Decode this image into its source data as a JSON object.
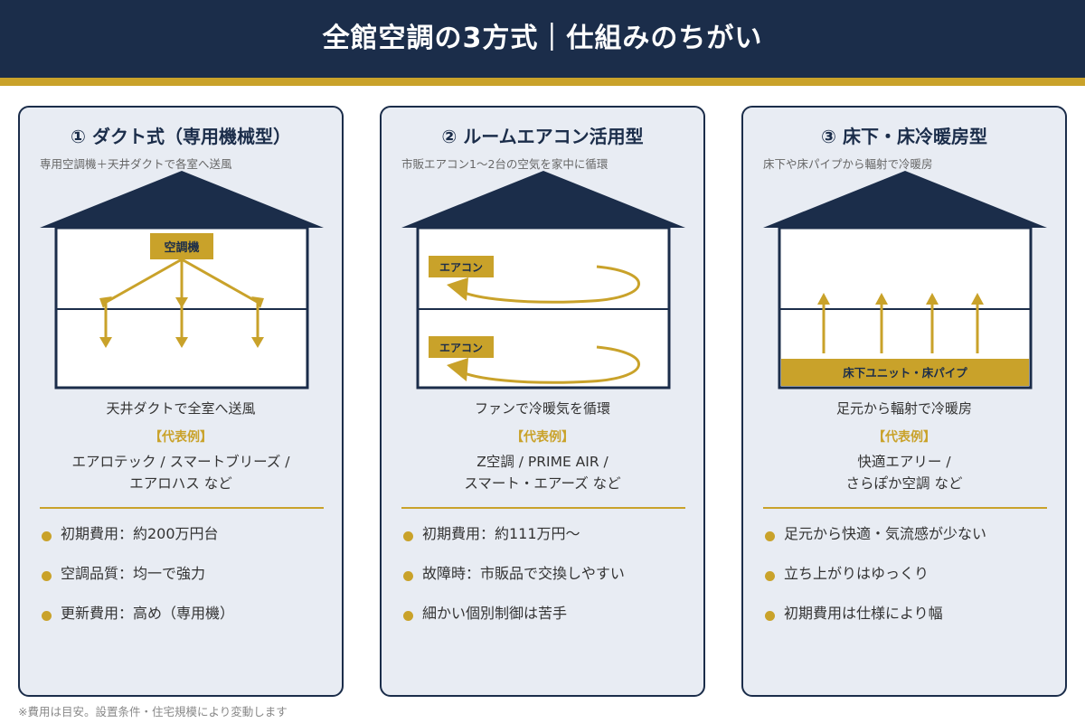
{
  "header": {
    "title": "全館空調の3方式｜仕組みのちがい"
  },
  "cards": [
    {
      "title": "① ダクト式（専用機械型）",
      "subtitle": "専用空調機＋天井ダクトで各室へ送風",
      "diagram_label": "空調機",
      "caption": "天井ダクトで全室へ送風",
      "rep_heading": "【代表例】",
      "rep_line1": "エアロテック / スマートブリーズ /",
      "rep_line2": "エアロハス など",
      "bullets": [
        "初期費用：約200万円台",
        "空調品質：均一で強力",
        "更新費用：高め（専用機）"
      ]
    },
    {
      "title": "② ルームエアコン活用型",
      "subtitle": "市販エアコン1〜2台の空気を家中に循環",
      "diagram_label_upper": "エアコン",
      "diagram_label_lower": "エアコン",
      "caption": "ファンで冷暖気を循環",
      "rep_heading": "【代表例】",
      "rep_line1": "Z空調 / PRIME AIR /",
      "rep_line2": "スマート・エアーズ など",
      "bullets": [
        "初期費用：約111万円〜",
        "故障時：市販品で交換しやすい",
        "細かい個別制御は苦手"
      ]
    },
    {
      "title": "③ 床下・床冷暖房型",
      "subtitle": "床下や床パイプから輻射で冷暖房",
      "diagram_label": "床下ユニット・床パイプ",
      "caption": "足元から輻射で冷暖房",
      "rep_heading": "【代表例】",
      "rep_line1": "快適エアリー /",
      "rep_line2": "さらぽか空調 など",
      "bullets": [
        "足元から快適・気流感が少ない",
        "立ち上がりはゆっくり",
        "初期費用は仕様により幅"
      ]
    }
  ],
  "footnote": "※費用は目安。設置条件・住宅規模により変動します",
  "colors": {
    "navy": "#1b2d4a",
    "gold": "#c9a22a",
    "card_bg": "#e8ecf3"
  }
}
